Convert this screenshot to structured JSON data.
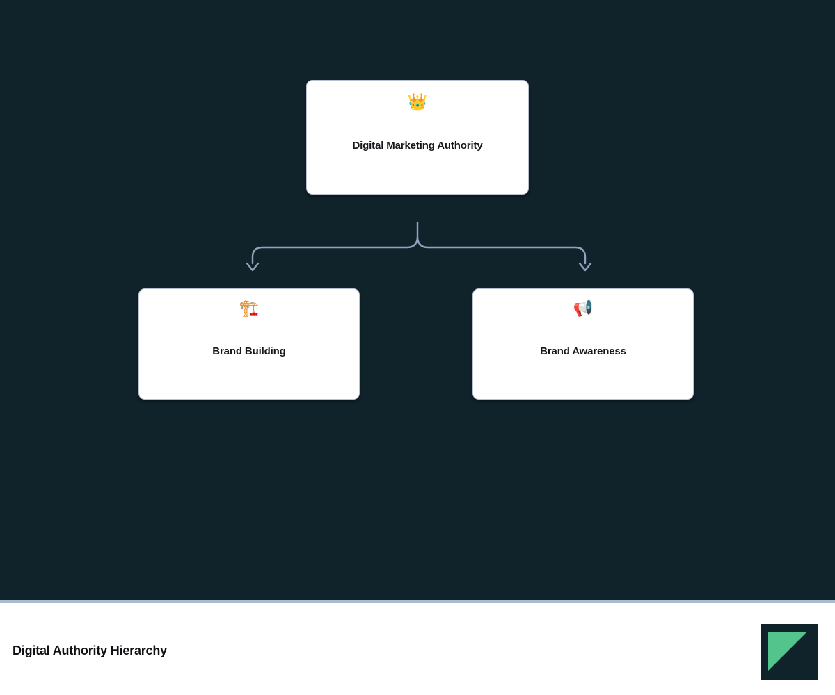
{
  "diagram": {
    "background_color": "#10232A",
    "node_fill": "#FFFFFF",
    "node_border_color": "#B9C0D2",
    "edge_color": "#8FA4BD",
    "root": {
      "icon": "crown-icon",
      "icon_glyph": "👑",
      "label": "Digital Marketing Authority"
    },
    "children": [
      {
        "icon": "construction-crane-icon",
        "icon_glyph": "🏗️",
        "label": "Brand Building"
      },
      {
        "icon": "megaphone-icon",
        "icon_glyph": "📢",
        "label": "Brand Awareness"
      }
    ]
  },
  "footer": {
    "title": "Digital Authority Hierarchy",
    "logo": {
      "name": "brand-logo",
      "square_color": "#10232A",
      "triangle_color": "#52C48C"
    },
    "divider_color": "#A9BBCD"
  }
}
